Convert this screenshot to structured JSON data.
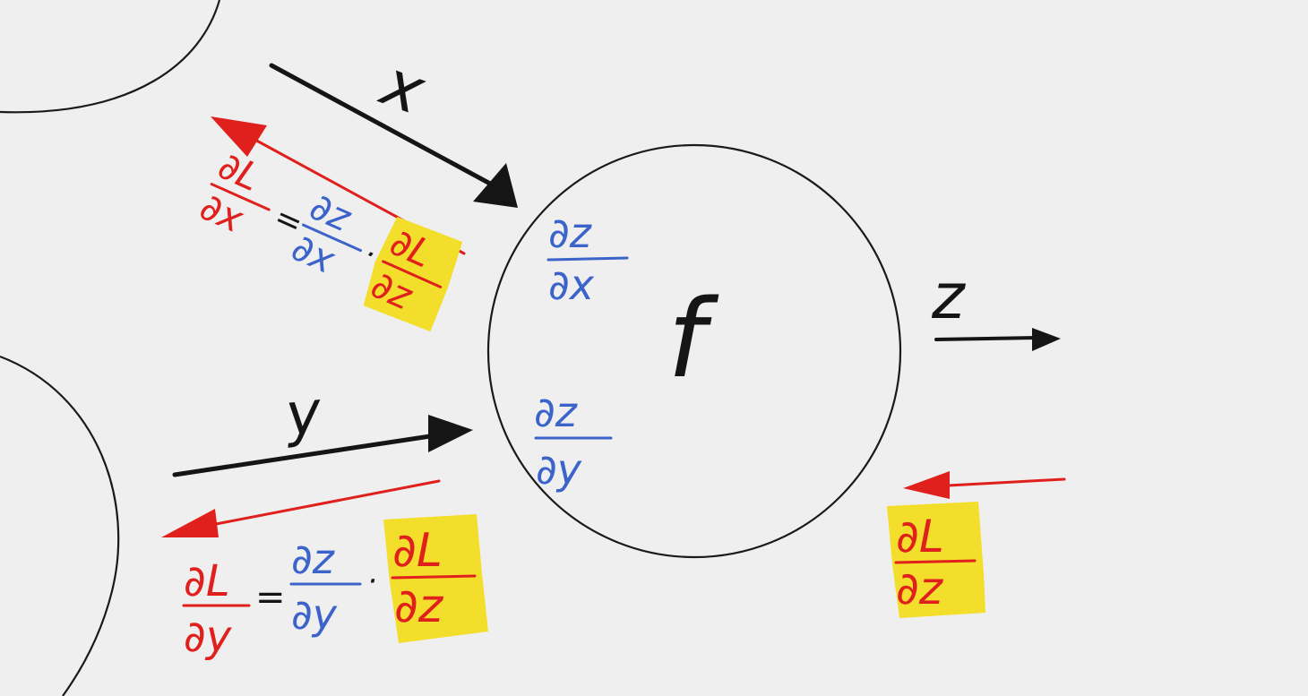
{
  "node": {
    "function_label": "f",
    "local_grad_x": {
      "num": "∂z",
      "den": "∂x"
    },
    "local_grad_y": {
      "num": "∂z",
      "den": "∂y"
    }
  },
  "inputs": {
    "x_label": "x",
    "y_label": "y"
  },
  "output": {
    "z_label": "z",
    "upstream_grad": {
      "num": "∂L",
      "den": "∂z"
    }
  },
  "chain_rule_x": {
    "lhs": {
      "num": "∂L",
      "den": "∂x"
    },
    "equals": "=",
    "local": {
      "num": "∂z",
      "den": "∂x"
    },
    "dot": "·",
    "upstream": {
      "num": "∂L",
      "den": "∂z"
    }
  },
  "chain_rule_y": {
    "lhs": {
      "num": "∂L",
      "den": "∂y"
    },
    "equals": "=",
    "local": {
      "num": "∂z",
      "den": "∂y"
    },
    "dot": "·",
    "upstream": {
      "num": "∂L",
      "den": "∂z"
    }
  },
  "colors": {
    "background": "#efefef",
    "forward": "#151515",
    "local_gradient": "#3b63c9",
    "gradient": "#e0201c",
    "highlight": "#f4de2c"
  }
}
